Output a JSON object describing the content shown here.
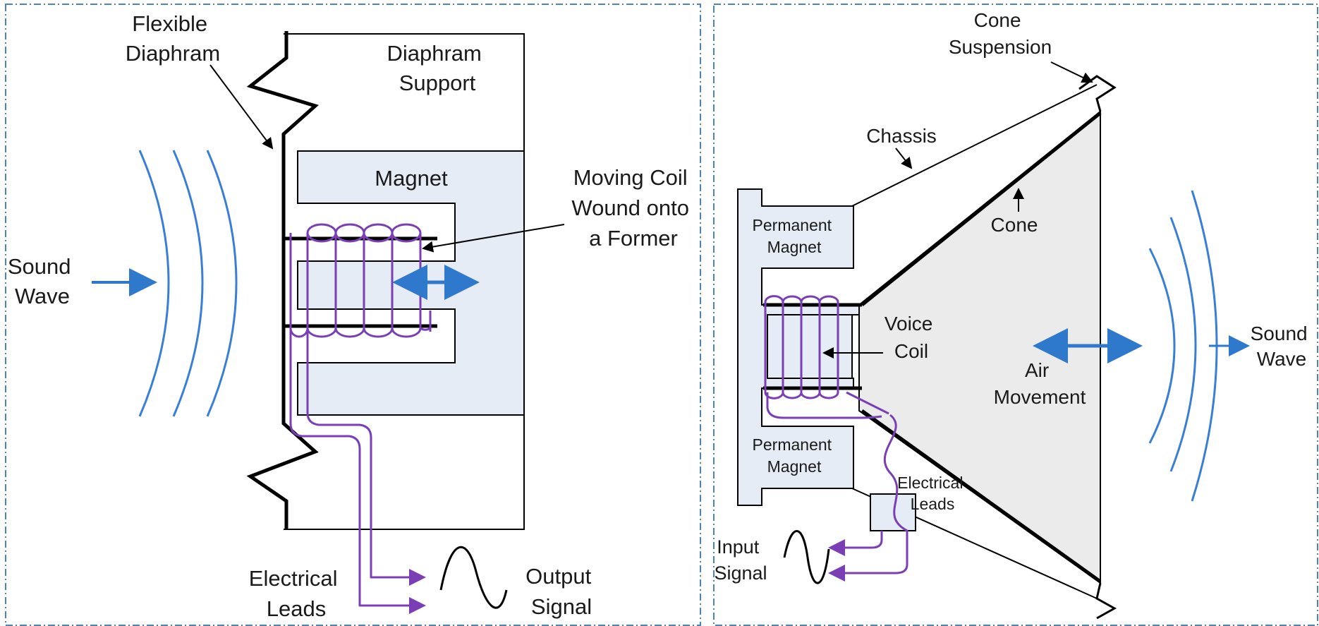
{
  "colors": {
    "magnet_fill": "#e6ecf5",
    "cone_fill": "#ebebeb",
    "coil": "#7b3fb5",
    "arrow_blue": "#2f79cc",
    "wave_blue": "#3a7fd6",
    "frame_dash": "#4a82c2",
    "stroke": "#000000"
  },
  "microphone": {
    "flexible_diaphragm": [
      "Flexible",
      "Diaphram"
    ],
    "diaphragm_support": [
      "Diaphram",
      "Support"
    ],
    "magnet": "Magnet",
    "moving_coil": [
      "Moving Coil",
      "Wound onto",
      "a Former"
    ],
    "sound_wave": [
      "Sound",
      "Wave"
    ],
    "electrical_leads": [
      "Electrical",
      "Leads"
    ],
    "output_signal": [
      "Output",
      "Signal"
    ]
  },
  "speaker": {
    "cone_suspension": [
      "Cone",
      "Suspension"
    ],
    "chassis": "Chassis",
    "cone": "Cone",
    "permanent_magnet_top": [
      "Permanent",
      "Magnet"
    ],
    "permanent_magnet_bottom": [
      "Permanent",
      "Magnet"
    ],
    "voice_coil": [
      "Voice",
      "Coil"
    ],
    "air_movement": [
      "Air",
      "Movement"
    ],
    "sound_wave": [
      "Sound",
      "Wave"
    ],
    "electrical_leads": [
      "Electrical",
      "Leads"
    ],
    "input_signal": [
      "Input",
      "Signal"
    ]
  }
}
